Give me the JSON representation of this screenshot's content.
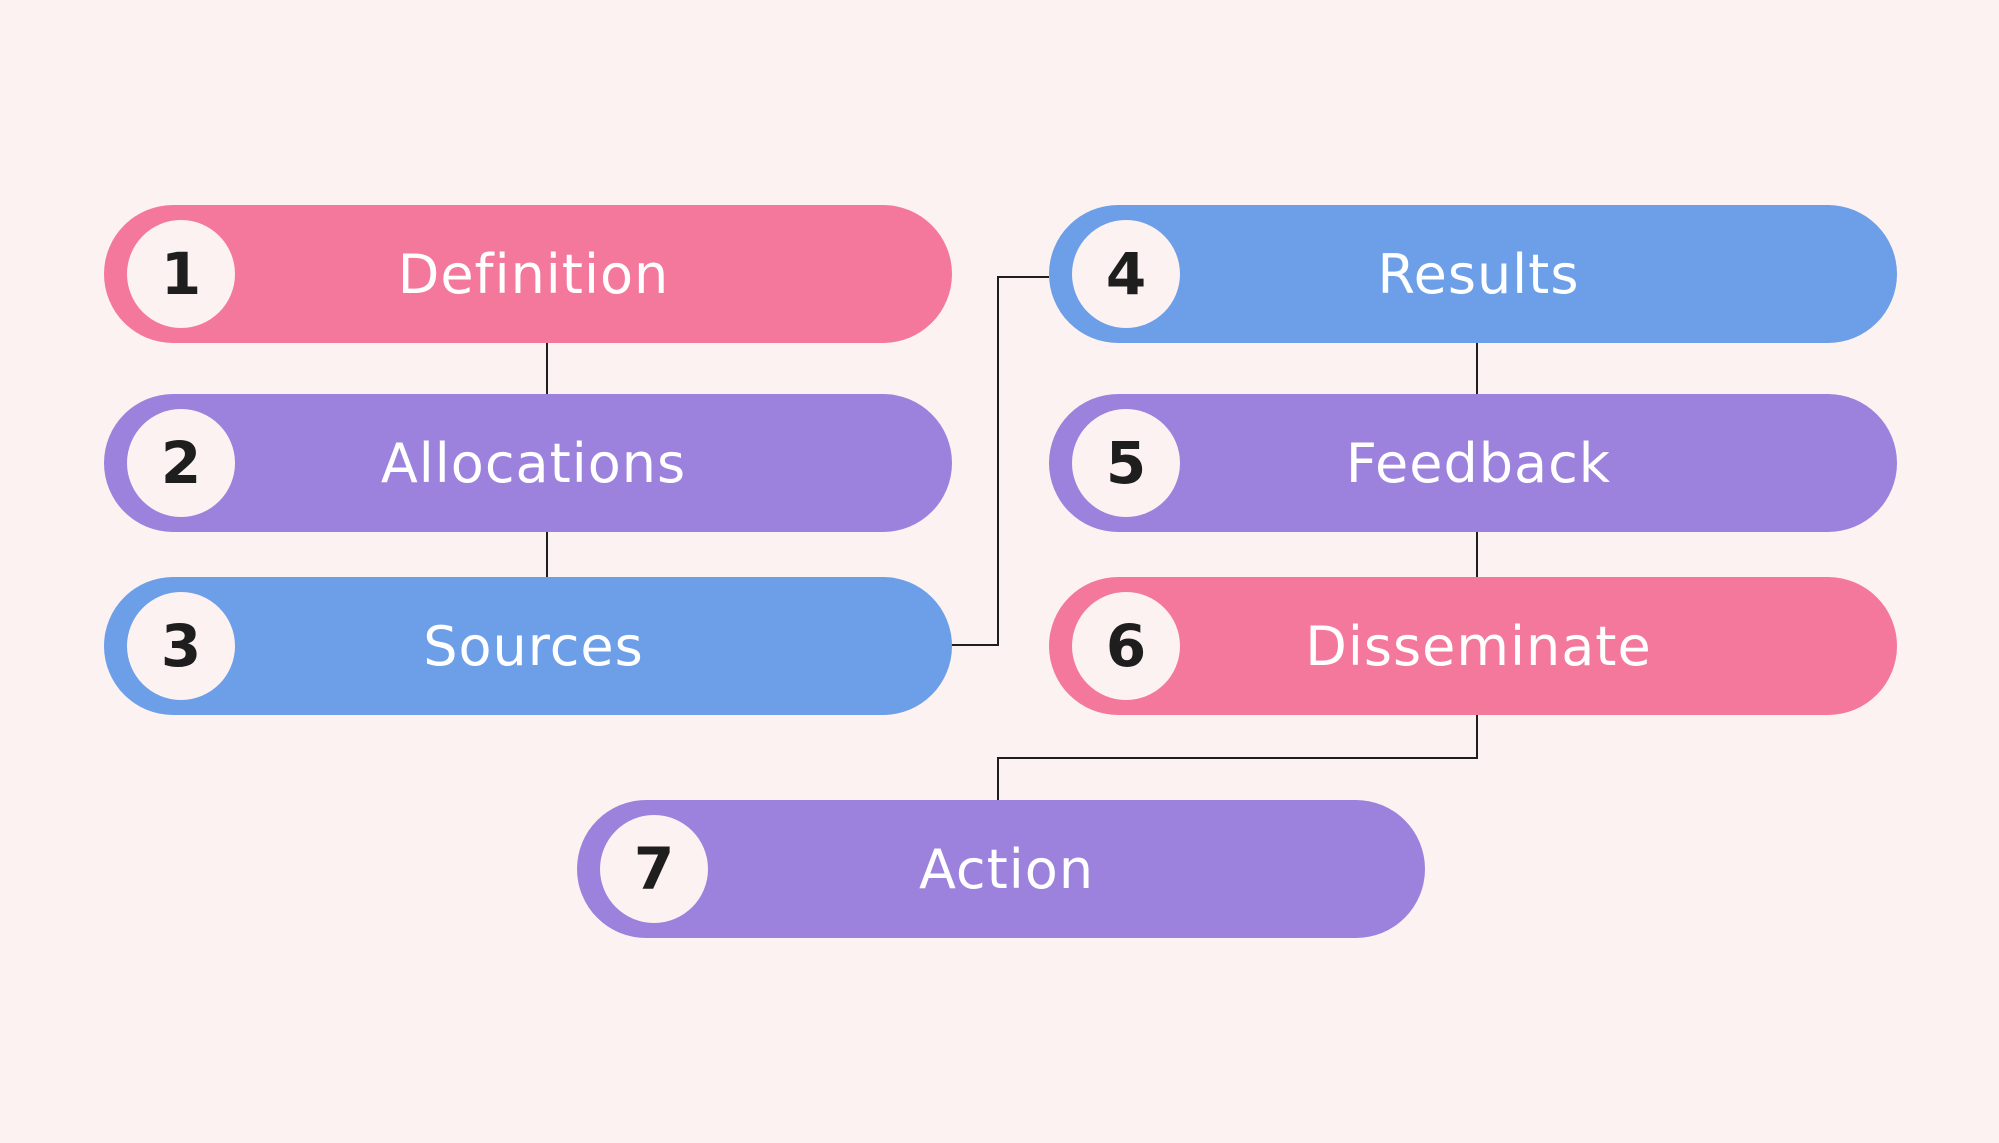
{
  "colors": {
    "background": "#fdf2f2",
    "pink": "#f4789c",
    "purple": "#9d82dd",
    "blue": "#6c9fe7",
    "bubble": "#fdf2f2",
    "number": "#1e1e1e",
    "connector": "#1e1e1e"
  },
  "steps": [
    {
      "number": "1",
      "label": "Definition",
      "color": "#f4789c"
    },
    {
      "number": "2",
      "label": "Allocations",
      "color": "#9d82dd"
    },
    {
      "number": "3",
      "label": "Sources",
      "color": "#6c9fe7"
    },
    {
      "number": "4",
      "label": "Results",
      "color": "#6c9fe7"
    },
    {
      "number": "5",
      "label": "Feedback",
      "color": "#9d82dd"
    },
    {
      "number": "6",
      "label": "Disseminate",
      "color": "#f4789c"
    },
    {
      "number": "7",
      "label": "Action",
      "color": "#9d82dd"
    }
  ]
}
